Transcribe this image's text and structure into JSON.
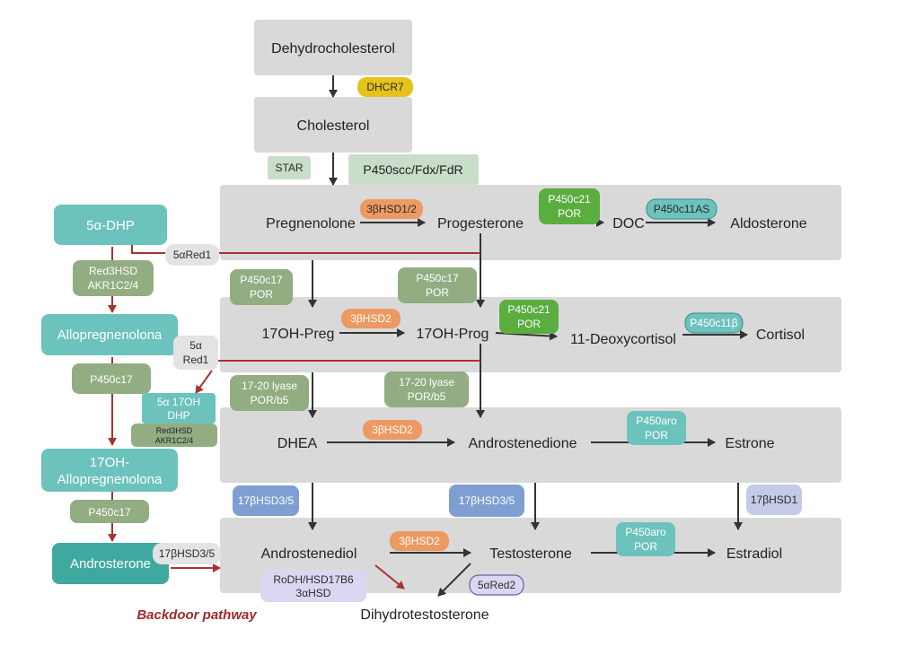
{
  "molecules": {
    "dehydrocholesterol": "Dehydrocholesterol",
    "cholesterol": "Cholesterol",
    "pregnenolone": "Pregnenolone",
    "progesterone": "Progesterone",
    "doc": "DOC",
    "aldosterone": "Aldosterone",
    "oh_preg": "17OH-Preg",
    "oh_prog": "17OH-Prog",
    "deoxycortisol": "11-Deoxycortisol",
    "cortisol": "Cortisol",
    "dhea": "DHEA",
    "androstenedione": "Androstenedione",
    "estrone": "Estrone",
    "androstenediol": "Androstenediol",
    "testosterone": "Testosterone",
    "estradiol": "Estradiol",
    "dihydrotestosterone": "Dihydrotestosterone"
  },
  "enzymes": {
    "dhcr7": "DHCR7",
    "star": "STAR",
    "p450scc": "P450scc/Fdx/FdR",
    "hsd3b1_2": "3βHSD1/2",
    "p450c21": "P450c21",
    "por": "POR",
    "p450c11as": "P450c11AS",
    "p450c17": "P450c17",
    "hsd3b2": "3βHSD2",
    "p450c11b": "P450c11β",
    "lyase": "17-20 lyase",
    "porb5": "POR/b5",
    "p450aro": "P450aro",
    "hsd17b3_5": "17βHSD3/5",
    "hsd17b1": "17βHSD1",
    "rodh_1": "RoDH/HSD17B6",
    "rodh_2": "3αHSD",
    "red2": "5αRed2"
  },
  "backdoor": {
    "dhp5a": "5α-DHP",
    "red1": "5αRed1",
    "red3hsd": "Red3HSD",
    "akr1c24": "AKR1C2/4",
    "allopreg": "Allopregnenolona",
    "red1_a": "5α",
    "red1_b": "Red1",
    "p450c17": "P450c17",
    "oh17dhp_1": "5α 17OH",
    "oh17dhp_2": "DHP",
    "oh17allo_1": "17OH-",
    "oh17allo_2": "Allopregnenolona",
    "androsterone": "Androsterone",
    "hsd17b3_5": "17βHSD3/5",
    "title": "Backdoor pathway"
  }
}
